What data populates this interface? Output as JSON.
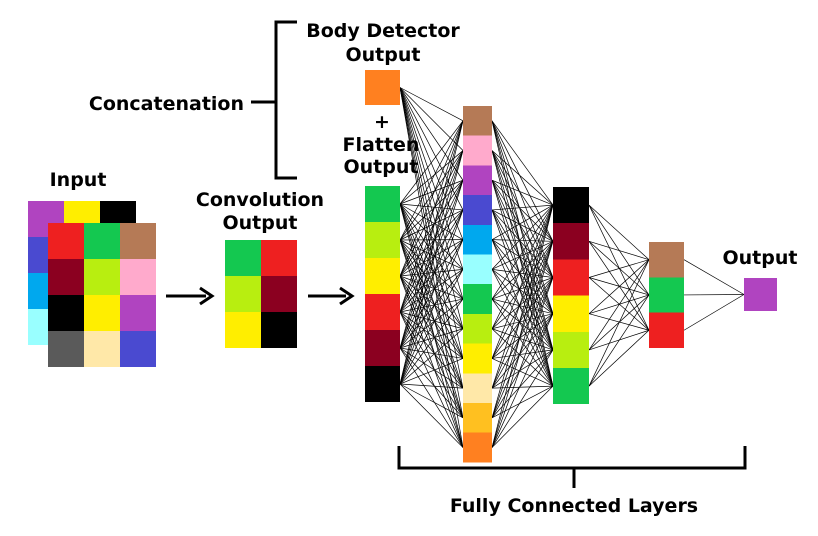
{
  "labels": {
    "body_detector_line1": "Body Detector",
    "body_detector_line2": "Output",
    "plus": "+",
    "flatten_line1": "Flatten",
    "flatten_line2": "Output",
    "concatenation": "Concatenation",
    "input": "Input",
    "convolution_line1": "Convolution",
    "convolution_line2": "Output",
    "output": "Output",
    "fully_connected": "Fully Connected Layers"
  },
  "colors": {
    "back_layer": [
      "#b044c0",
      "#ffee00",
      "#000000",
      "#4a4ad0",
      "#00a8ee",
      "#99ffff"
    ],
    "input_grid": [
      "#ee2020",
      "#14c850",
      "#b57a56",
      "#8b0020",
      "#b8ee10",
      "#ffaacc",
      "#000000",
      "#ffee00",
      "#b044c0",
      "#5a5a5a",
      "#ffe8a8",
      "#4a4ad0"
    ],
    "conv_grid": [
      "#14c850",
      "#ee2020",
      "#b8ee10",
      "#8b0020",
      "#ffee00",
      "#000000"
    ],
    "body_detector": "#ff8020",
    "flatten": [
      "#14c850",
      "#b8ee10",
      "#ffee00",
      "#ee2020",
      "#8b0020",
      "#000000"
    ],
    "hidden1": [
      "#b57a56",
      "#ffaacc",
      "#b044c0",
      "#4a4ad0",
      "#00a8ee",
      "#99ffff",
      "#14c850",
      "#b8ee10",
      "#ffee00",
      "#ffe8a8",
      "#ffc020",
      "#ff8020"
    ],
    "hidden2": [
      "#000000",
      "#8b0020",
      "#ee2020",
      "#ffee00",
      "#b8ee10",
      "#14c850"
    ],
    "hidden3": [
      "#b57a56",
      "#14c850",
      "#ee2020"
    ],
    "output": "#b044c0"
  }
}
